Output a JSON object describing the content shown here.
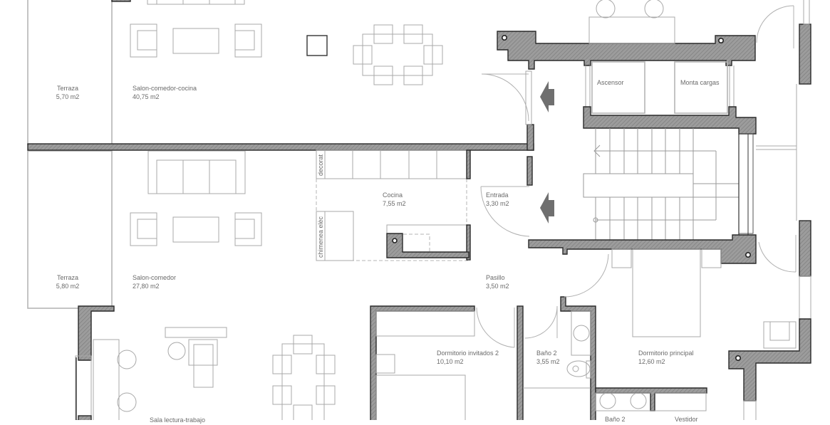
{
  "plan": {
    "type": "floor-plan",
    "units": "m2",
    "colors": {
      "wall_fill": "#9a9a9a",
      "wall_stroke": "#2a2a2a",
      "furniture_line": "#a8a8a8",
      "label_text": "#6a6a6a",
      "arrow": "#6f6f6f",
      "background": "#ffffff"
    },
    "rooms": {
      "terraza_top": {
        "name": "Terraza",
        "area": "5,70 m2"
      },
      "salon_comedor_cocina": {
        "name": "Salon-comedor-cocina",
        "area": "40,75 m2"
      },
      "ascensor": {
        "name": "Ascensor"
      },
      "monta_cargas": {
        "name": "Monta cargas"
      },
      "cocina": {
        "name": "Cocina",
        "area": "7,55 m2"
      },
      "entrada": {
        "name": "Entrada",
        "area": "3,30 m2"
      },
      "terraza_bottom": {
        "name": "Terraza",
        "area": "5,80 m2"
      },
      "salon_comedor": {
        "name": "Salon-comedor",
        "area": "27,80 m2"
      },
      "pasillo": {
        "name": "Pasillo",
        "area": "3,50 m2"
      },
      "dormitorio_invitados_2": {
        "name": "Dormitorio invitados 2",
        "area": "10,10 m2"
      },
      "bano_2_a": {
        "name": "Baño 2",
        "area": "3,55 m2"
      },
      "dormitorio_principal": {
        "name": "Dormitorio principal",
        "area": "12,60 m2"
      },
      "bano_2_b": {
        "name": "Baño 2"
      },
      "vestidor": {
        "name": "Vestidor"
      },
      "sala_lectura": {
        "name": "Sala lectura-trabajo"
      }
    },
    "annotations": {
      "decorat": "decorat",
      "chimenea": "chimenea elèc"
    },
    "icons": [
      "entry-arrow-icon",
      "entry-arrow-icon",
      "stair-direction-icon",
      "column-hole-icon"
    ]
  }
}
